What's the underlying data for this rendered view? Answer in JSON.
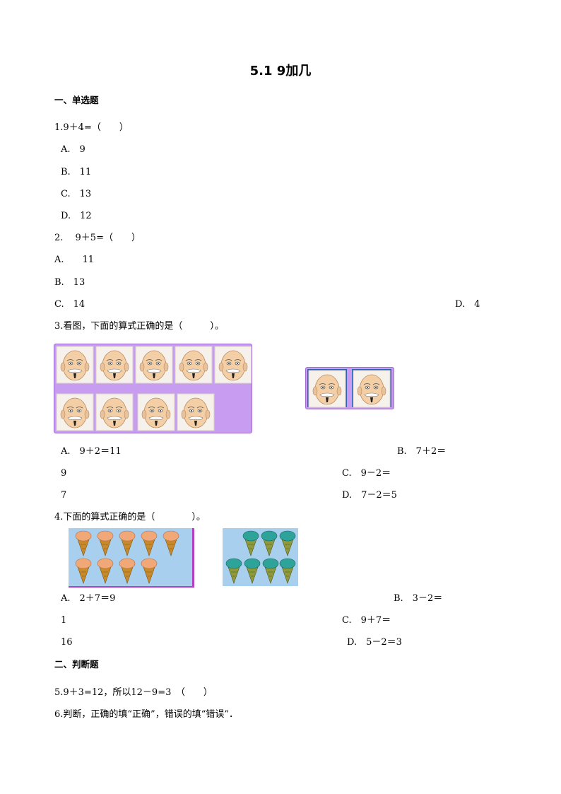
{
  "title": "5.1 9加几",
  "sections": {
    "single": "一、单选题",
    "judge": "二、判断题"
  },
  "q1": {
    "stem": "1.9＋4=（　　）",
    "A": "A.　9",
    "B": "B.　11",
    "C": "C.　13",
    "D": "D.　12"
  },
  "q2": {
    "stem": "2.　 9＋5=（　　）",
    "A": "A.　　11",
    "B": "B.　13",
    "C": "C.　14",
    "D": "D.　4"
  },
  "q3": {
    "stem": "3.看图，下面的算式正确的是（　　　）。",
    "A": "A.　9＋2＝11",
    "B": "B.　7＋2＝",
    "B2": "9",
    "C": "C.　9－2＝",
    "C2": "7",
    "D": "D.　7－2＝5"
  },
  "q4": {
    "stem": "4.下面的算式正确的是（　　　　）。",
    "A": "A.　2＋7＝9",
    "B": "B.　3－2＝",
    "B2": "1",
    "C": "C.　9＋7＝",
    "C2": "16",
    "D": "D.　5－2＝3"
  },
  "q5": {
    "stem": "5.9＋3=12，所以12－9=3　（　　）"
  },
  "q6": {
    "stem": "6.判断，正确的填“正确”，错误的填“错误”．"
  },
  "colors": {
    "face_panel": "#c89cf0",
    "ice_panel": "#a9cfee",
    "cone": "#c88a2a",
    "scoop_orange": "#f0a878",
    "scoop_teal": "#2ea39a"
  }
}
